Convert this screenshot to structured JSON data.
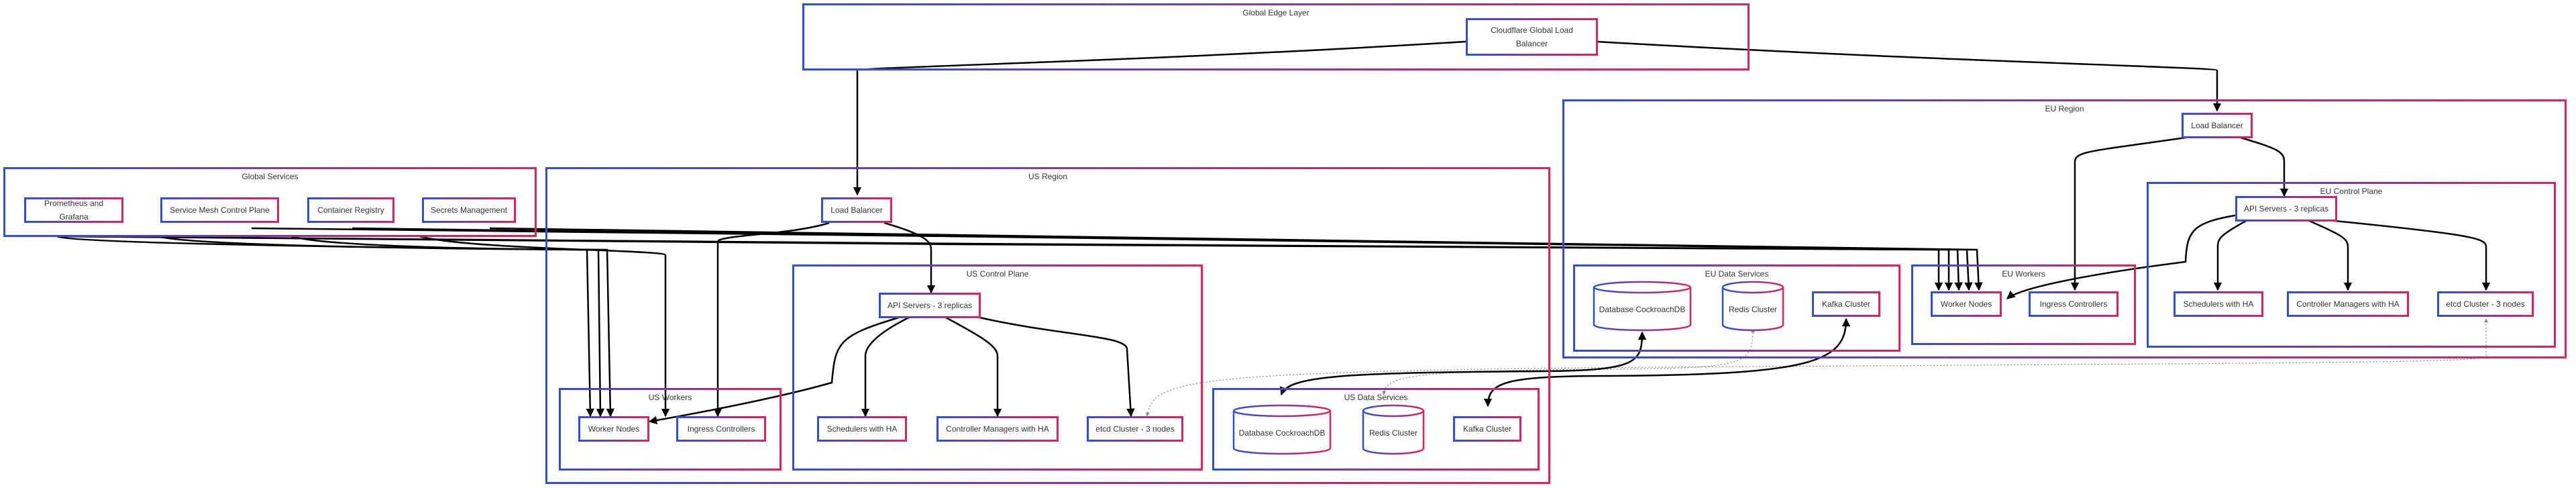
{
  "groups": {
    "edge": "Global Edge Layer",
    "global": "Global Services",
    "us": "US Region",
    "us_cp": "US Control Plane",
    "us_workers": "US Workers",
    "us_data": "US Data Services",
    "eu": "EU Region",
    "eu_cp": "EU Control Plane",
    "eu_data": "EU Data Services",
    "eu_workers": "EU Workers"
  },
  "nodes": {
    "cloudflare_l1": "Cloudflare Global Load",
    "cloudflare_l2": "Balancer",
    "prometheus": "Prometheus and Grafana",
    "service_mesh": "Service Mesh Control Plane",
    "container_registry": "Container Registry",
    "secrets": "Secrets Management",
    "us_lb": "Load Balancer",
    "us_api": "API Servers - 3 replicas",
    "us_sched": "Schedulers with HA",
    "us_cm": "Controller Managers with HA",
    "us_etcd": "etcd Cluster - 3 nodes",
    "us_worker": "Worker Nodes",
    "us_ingress": "Ingress Controllers",
    "us_db": "Database CockroachDB",
    "us_redis": "Redis Cluster",
    "us_kafka": "Kafka Cluster",
    "eu_lb": "Load Balancer",
    "eu_api": "API Servers - 3 replicas",
    "eu_sched": "Schedulers with HA",
    "eu_cm": "Controller Managers with HA",
    "eu_etcd": "etcd Cluster - 3 nodes",
    "eu_db": "Database CockroachDB",
    "eu_redis": "Redis Cluster",
    "eu_kafka": "Kafka Cluster",
    "eu_worker": "Worker Nodes",
    "eu_ingress": "Ingress Controllers"
  },
  "colors": {
    "border_start": "#2e4fd8",
    "border_end": "#e0215a",
    "edge_line": "#000000",
    "dotted_line": "#888888"
  }
}
